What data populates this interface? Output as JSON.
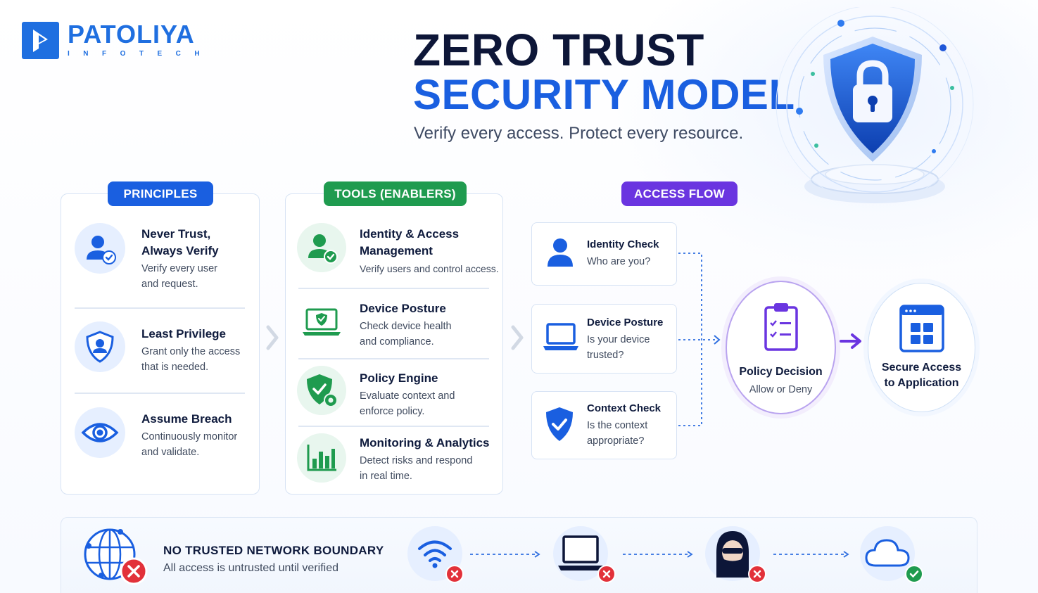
{
  "brand": {
    "name": "PATOLIYA",
    "tagline": "INFOTECH"
  },
  "title": {
    "line1": "ZERO TRUST",
    "line2": "SECURITY MODEL",
    "subtitle": "Verify every access. Protect every resource."
  },
  "colors": {
    "blue": "#1a5fe0",
    "navy": "#0d1638",
    "green": "#1f9b4f",
    "purple": "#6a35e0",
    "red": "#e2313a",
    "card_border": "#d7e3f4"
  },
  "principles": {
    "label": "PRINCIPLES",
    "items": [
      {
        "icon": "user-check-icon",
        "title_line1": "Never Trust,",
        "title_line2": "Always Verify",
        "desc_line1": "Verify every user",
        "desc_line2": "and request."
      },
      {
        "icon": "shield-user-icon",
        "title_line1": "Least Privilege",
        "desc_line1": "Grant only the access",
        "desc_line2": "that is needed."
      },
      {
        "icon": "eye-icon",
        "title_line1": "Assume Breach",
        "desc_line1": "Continuously monitor",
        "desc_line2": "and validate."
      }
    ]
  },
  "tools": {
    "label": "TOOLS (ENABLERS)",
    "items": [
      {
        "icon": "user-verified-icon",
        "title_line1": "Identity & Access",
        "title_line2": "Management",
        "desc_line1": "Verify users and control access."
      },
      {
        "icon": "laptop-shield-icon",
        "title_line1": "Device Posture",
        "desc_line1": "Check device health",
        "desc_line2": "and compliance."
      },
      {
        "icon": "shield-gear-icon",
        "title_line1": "Policy Engine",
        "desc_line1": "Evaluate context and",
        "desc_line2": "enforce policy."
      },
      {
        "icon": "bar-chart-icon",
        "title_line1": "Monitoring & Analytics",
        "desc_line1": "Detect risks and respond",
        "desc_line2": "in real time."
      }
    ]
  },
  "access_flow": {
    "label": "ACCESS FLOW",
    "checks": [
      {
        "icon": "user-icon",
        "title": "Identity Check",
        "desc_line1": "Who are you?"
      },
      {
        "icon": "laptop-icon",
        "title": "Device Posture",
        "desc_line1": "Is your device",
        "desc_line2": "trusted?"
      },
      {
        "icon": "shield-check-icon",
        "title": "Context Check",
        "desc_line1": "Is the context",
        "desc_line2": "appropriate?"
      }
    ],
    "decision": {
      "icon": "clipboard-check-icon",
      "title": "Policy Decision",
      "desc": "Allow or Deny"
    },
    "result": {
      "icon": "app-grid-icon",
      "title_line1": "Secure Access",
      "title_line2": "to Application"
    }
  },
  "boundary": {
    "title": "NO TRUSTED NETWORK BOUNDARY",
    "desc": "All access is untrusted until verified",
    "icons": [
      "globe-network-icon",
      "wifi-icon",
      "laptop-icon",
      "hacker-icon",
      "cloud-icon"
    ]
  }
}
